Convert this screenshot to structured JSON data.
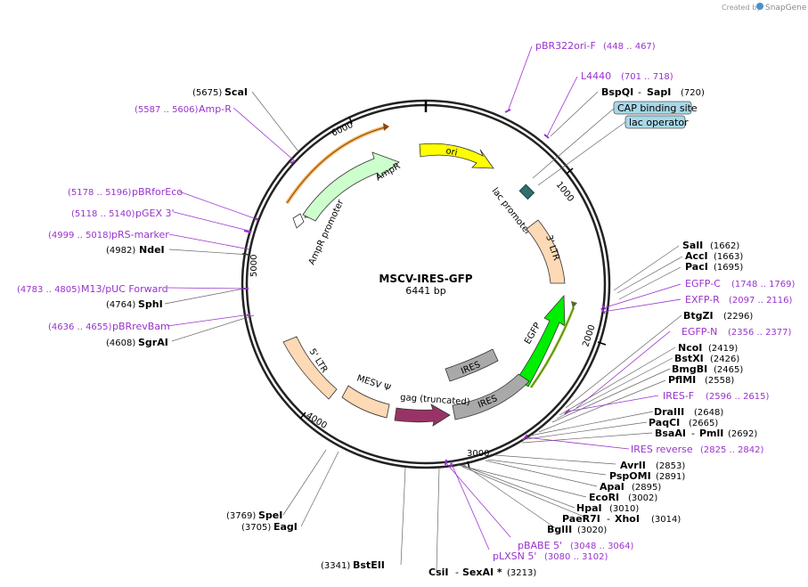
{
  "credit": {
    "prefix": "Created by",
    "brand": "SnapGene"
  },
  "plasmid": {
    "name": "MSCV-IRES-GFP",
    "length": "6441 bp"
  },
  "ticks": [
    "1000",
    "2000",
    "3000",
    "4000",
    "5000",
    "6000"
  ],
  "features": {
    "ori": "ori",
    "lac_promoter": "lac promoter",
    "ltr3": "3' LTR",
    "egfp": "EGFP",
    "ires_upper": "IRES",
    "ires_lower": "IRES",
    "gag": "gag (truncated)",
    "mesv": "MESV Ψ",
    "ltr5": "5' LTR",
    "ampr_promoter": "AmpR promoter",
    "ampr": "AmpR"
  },
  "boxes": {
    "cap": "CAP binding site",
    "lac_op": "lac operator"
  },
  "labels": {
    "scai": {
      "pos": "(5675)",
      "name": "ScaI"
    },
    "ampr_feat": {
      "pos": "(5587 .. 5606)",
      "name": "Amp-R"
    },
    "pbrforeco": {
      "pos": "(5178 .. 5196)",
      "name": "pBRforEco"
    },
    "pgex": {
      "pos": "(5118 .. 5140)",
      "name": "pGEX 3'"
    },
    "prs": {
      "pos": "(4999 .. 5018)",
      "name": "pRS-marker"
    },
    "ndei": {
      "pos": "(4982)",
      "name": "NdeI"
    },
    "m13": {
      "pos": "(4783 .. 4805)",
      "name": "M13/pUC Forward"
    },
    "sphi": {
      "pos": "(4764)",
      "name": "SphI"
    },
    "pbrrevbam": {
      "pos": "(4636 .. 4655)",
      "name": "pBRrevBam"
    },
    "sgrai": {
      "pos": "(4608)",
      "name": "SgrAI"
    },
    "spei": {
      "pos": "(3769)",
      "name": "SpeI"
    },
    "eagi": {
      "pos": "(3705)",
      "name": "EagI"
    },
    "bsteii": {
      "pos": "(3341)",
      "name": "BstEII"
    },
    "csi": {
      "name": "CsiI",
      "name2": "SexAI *",
      "pos": "(3213)"
    },
    "plxsn": {
      "name": "pLXSN 5'",
      "pos": "(3080 .. 3102)"
    },
    "pbabe": {
      "name": "pBABE 5'",
      "pos": "(3048 .. 3064)"
    },
    "bglii": {
      "name": "BglII",
      "pos": "(3020)"
    },
    "paer7i": {
      "name": "PaeR7I",
      "name2": "XhoI",
      "pos": "(3014)"
    },
    "hpai": {
      "name": "HpaI",
      "pos": "(3010)"
    },
    "ecori": {
      "name": "EcoRI",
      "pos": "(3002)"
    },
    "apai": {
      "name": "ApaI",
      "pos": "(2895)"
    },
    "pspomi": {
      "name": "PspOMI",
      "pos": "(2891)"
    },
    "avrii": {
      "name": "AvrII",
      "pos": "(2853)"
    },
    "iresrev": {
      "name": "IRES reverse",
      "pos": "(2825 .. 2842)"
    },
    "bsaai": {
      "name": "BsaAI",
      "name2": "PmlI",
      "pos": "(2692)"
    },
    "paqci": {
      "name": "PaqCI",
      "pos": "(2665)"
    },
    "draiii": {
      "name": "DraIII",
      "pos": "(2648)"
    },
    "iresf": {
      "name": "IRES-F",
      "pos": "(2596 .. 2615)"
    },
    "pflmi": {
      "name": "PflMI",
      "pos": "(2558)"
    },
    "bmgbi": {
      "name": "BmgBI",
      "pos": "(2465)"
    },
    "bstxi": {
      "name": "BstXI",
      "pos": "(2426)"
    },
    "ncoi": {
      "name": "NcoI",
      "pos": "(2419)"
    },
    "egfpn": {
      "name": "EGFP-N",
      "pos": "(2356 .. 2377)"
    },
    "btgzi": {
      "name": "BtgZI",
      "pos": "(2296)"
    },
    "exfpr": {
      "name": "EXFP-R",
      "pos": "(2097 .. 2116)"
    },
    "egfpc": {
      "name": "EGFP-C",
      "pos": "(1748 .. 1769)"
    },
    "paci": {
      "name": "PacI",
      "pos": "(1695)"
    },
    "acci": {
      "name": "AccI",
      "pos": "(1663)"
    },
    "sali": {
      "name": "SalI",
      "pos": "(1662)"
    },
    "bspqi": {
      "name": "BspQI",
      "name2": "SapI",
      "pos": "(720)"
    },
    "l4440": {
      "name": "L4440",
      "pos": "(701 .. 718)"
    },
    "pbr322": {
      "name": "pBR322ori-F",
      "pos": "(448 .. 467)"
    }
  }
}
